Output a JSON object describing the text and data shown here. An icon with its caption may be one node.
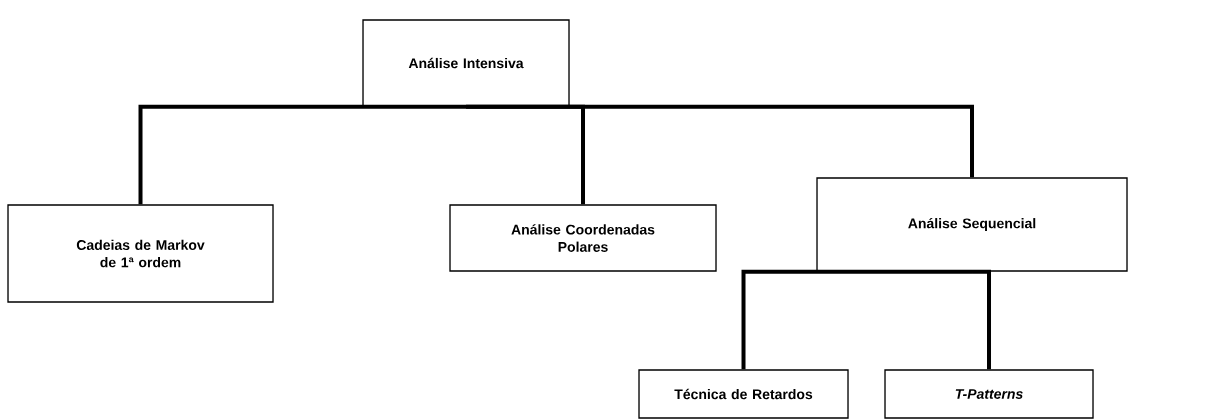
{
  "diagram": {
    "nodes": [
      {
        "text": [
          "Análise Intensiva"
        ]
      },
      {
        "text": [
          "Cadeias de Markov de 1ª ordem"
        ]
      },
      {
        "text": [
          "Análise Coordenadas Polares"
        ]
      },
      {
        "text": [
          "Análise Sequencial"
        ]
      },
      {
        "text": [
          "Técnica de Retardos"
        ]
      },
      {
        "text": [
          "T-Patterns"
        ]
      }
    ],
    "edges": [
      {
        "from": 0,
        "to": 1,
        "arrow": "none"
      },
      {
        "from": 0,
        "to": 2,
        "arrow": "none"
      },
      {
        "from": 0,
        "to": 3,
        "arrow": "none"
      },
      {
        "from": 3,
        "to": 4,
        "arrow": "none"
      },
      {
        "from": 3,
        "to": 5,
        "arrow": "none"
      }
    ]
  }
}
